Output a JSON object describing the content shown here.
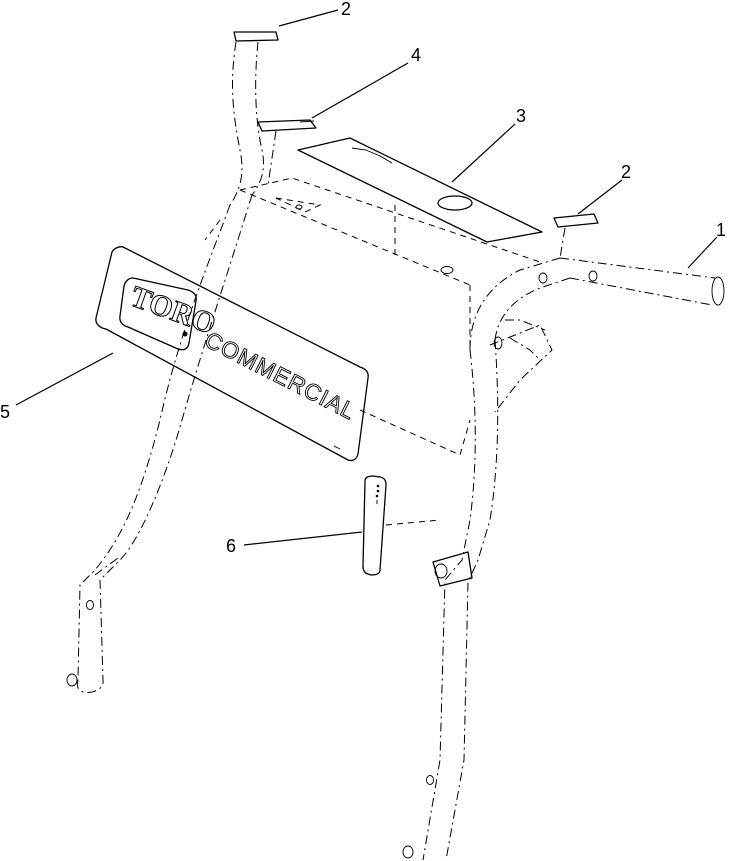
{
  "callouts": [
    {
      "id": "1",
      "label": "1"
    },
    {
      "id": "2a",
      "label": "2"
    },
    {
      "id": "2b",
      "label": "2"
    },
    {
      "id": "3",
      "label": "3"
    },
    {
      "id": "4",
      "label": "4"
    },
    {
      "id": "5",
      "label": "5"
    },
    {
      "id": "6",
      "label": "6"
    }
  ],
  "decal": {
    "brand": "TORO",
    "subtitle": "COMMERCIAL"
  },
  "colors": {
    "ink": "#000000",
    "background": "#ffffff"
  }
}
